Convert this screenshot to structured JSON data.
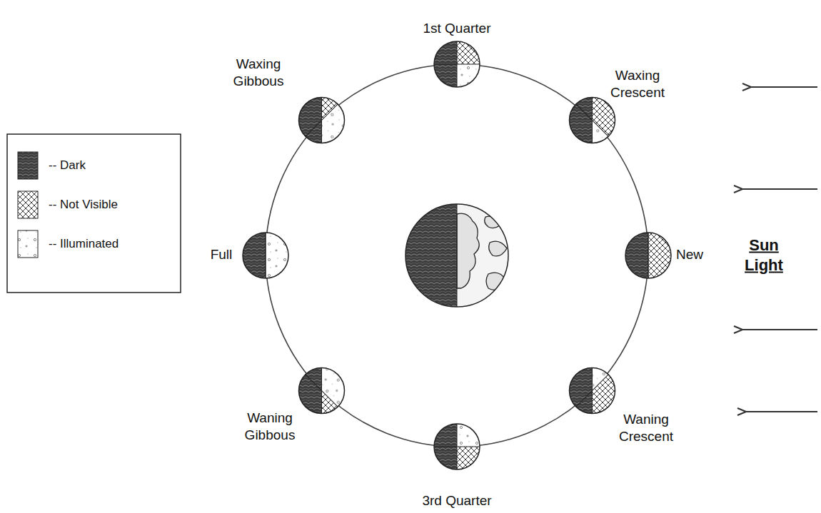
{
  "diagram": {
    "labels": [
      "1st Quarter",
      "Waxing Gibbous",
      "Waxing Crescent",
      "Full",
      "New",
      "Sun Light",
      "Waning Gibbous",
      "Waning Crescent",
      "3rd Quarter"
    ],
    "legend": [
      {
        "text": "-- Dark"
      },
      {
        "text": "-- Not Visible"
      },
      {
        "text": "-- Illuminated"
      }
    ]
  }
}
